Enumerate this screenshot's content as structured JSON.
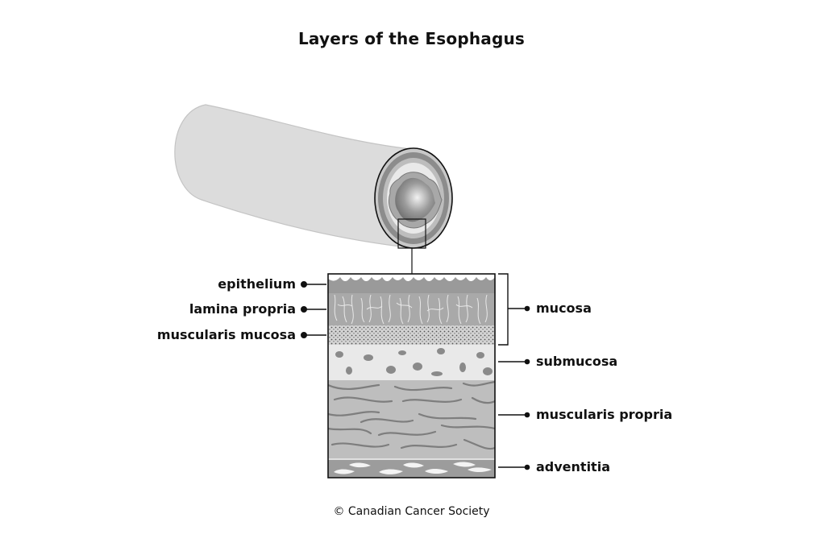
{
  "title": "Layers of the Esophagus",
  "copyright": "© Canadian Cancer Society",
  "labels": {
    "epithelium": "epithelium",
    "lamina_propria": "lamina propria",
    "muscularis_mucosa": "muscularis mucosa",
    "mucosa": "mucosa",
    "submucosa": "submucosa",
    "muscularis_propria": "muscularis propria",
    "adventitia": "adventitia"
  },
  "colors": {
    "tube": "#dcdcdc",
    "tube_stroke": "#bdbdbd",
    "epithelium": "#9a9a9a",
    "lamina_propria": "#a6a6a6",
    "muscularis_mucosa": "#d4d4d4",
    "submucosa": "#e9e9e9",
    "muscularis_propria": "#bdbdbd",
    "adventitia": "#9c9c9c",
    "ink": "#111111"
  }
}
